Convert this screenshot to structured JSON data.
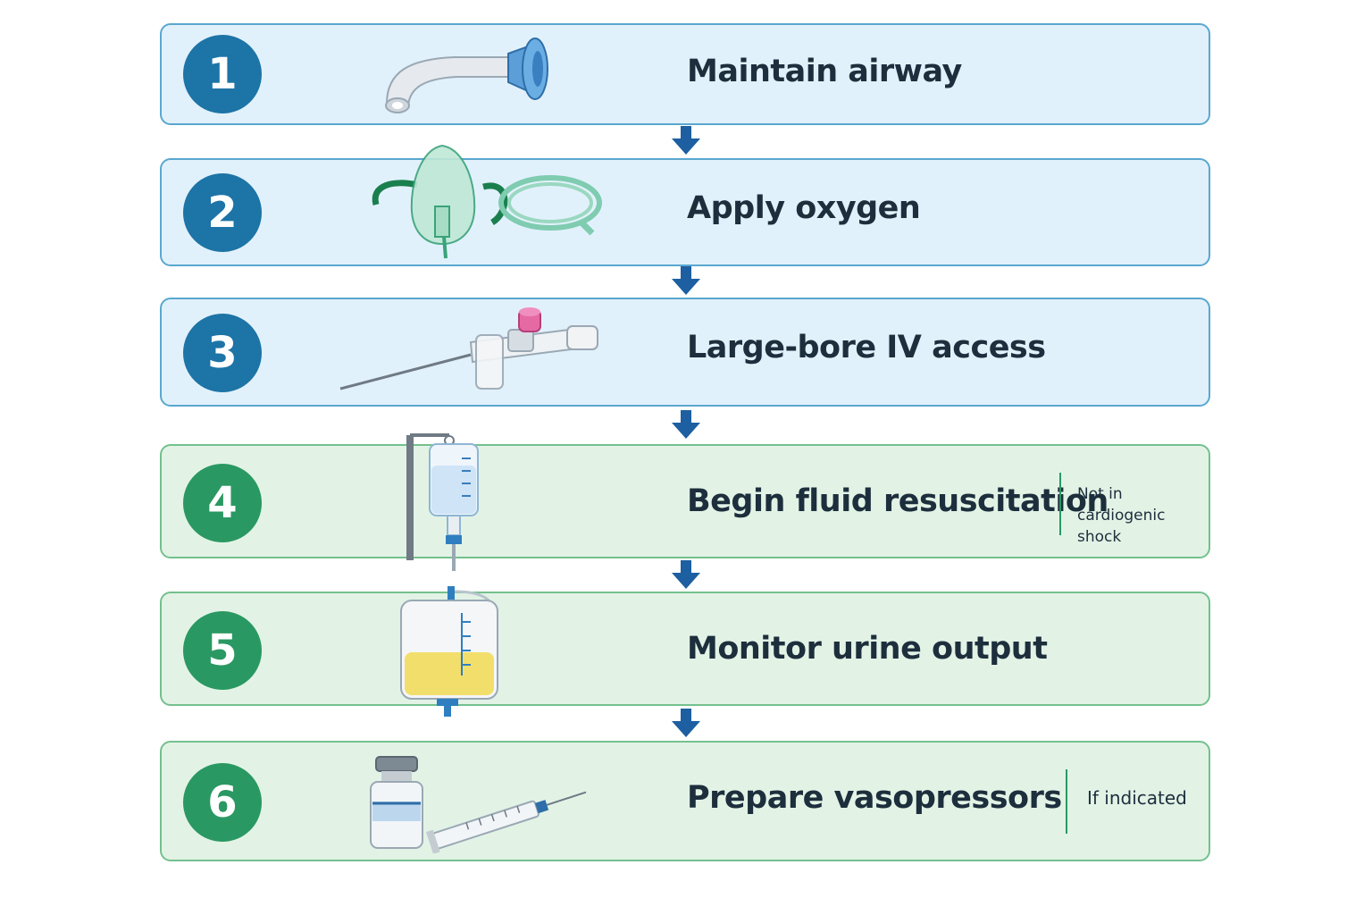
{
  "steps": [
    {
      "number": "1",
      "label": "Maintain airway",
      "icon": "oropharyngeal-airway-icon"
    },
    {
      "number": "2",
      "label": "Apply oxygen",
      "icon": "oxygen-mask-icon"
    },
    {
      "number": "3",
      "label": "Large-bore IV access",
      "icon": "iv-cannula-icon"
    },
    {
      "number": "4",
      "label": "Begin fluid resuscitation",
      "icon": "iv-fluid-bag-icon",
      "note": "Not in cardiogenic shock"
    },
    {
      "number": "5",
      "label": "Monitor urine output",
      "icon": "urine-bag-icon"
    },
    {
      "number": "6",
      "label": "Prepare vasopressors",
      "icon": "vial-syringe-icon",
      "note": "If indicated"
    }
  ],
  "colors": {
    "blue_fill": "#e1f1fb",
    "blue_border": "#5aa7cf",
    "blue_circle": "#1d74a6",
    "green_fill": "#e2f3e6",
    "green_border": "#74c08e",
    "green_circle": "#2a9862",
    "arrow": "#1d5fa0",
    "text": "#1d2e3c"
  }
}
